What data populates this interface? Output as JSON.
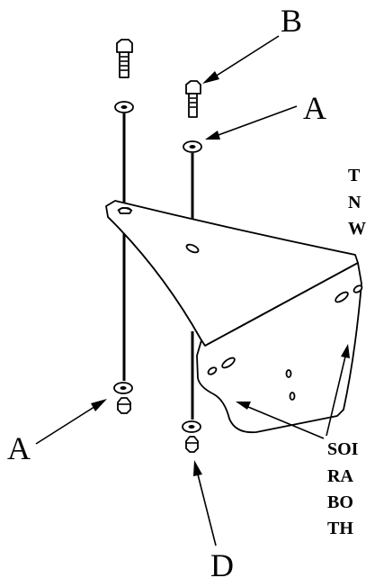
{
  "callouts": {
    "a_upper": "A",
    "a_lower": "A",
    "b": "B",
    "d": "D"
  },
  "notes": {
    "right_top": [
      "T",
      "N",
      "W"
    ],
    "right_bottom": [
      "SOI",
      "RA",
      "BO",
      "TH"
    ]
  },
  "colors": {
    "ink": "#000000",
    "paper": "#ffffff"
  }
}
